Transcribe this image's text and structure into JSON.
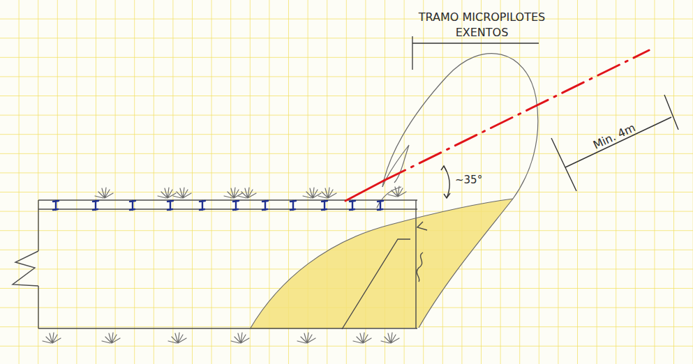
{
  "diagram": {
    "labels": [
      "TRAMO MICROPILOTES EXENTOS",
      "~35°",
      "Min. 4m"
    ]
  }
}
